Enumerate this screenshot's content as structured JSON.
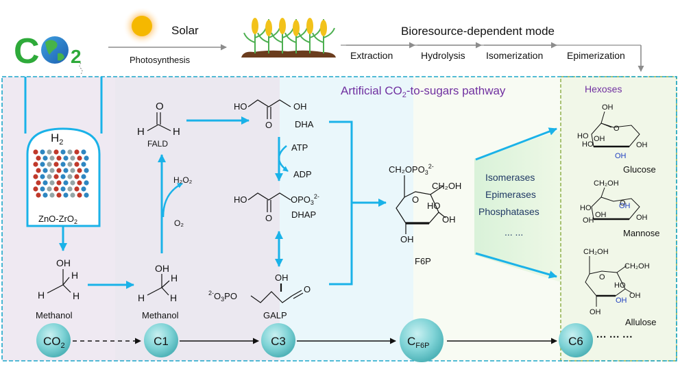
{
  "top": {
    "co2_logo": {
      "c": "C",
      "o": "O",
      "sub": "2"
    },
    "solar": "Solar",
    "photosynthesis": "Photosynthesis",
    "mode": "Bioresource-dependent mode",
    "steps": [
      "Extraction",
      "Hydrolysis",
      "Isomerization",
      "Epimerization"
    ]
  },
  "pathway_title": {
    "main": "Artificial CO",
    "sub": "2",
    "rest": "-to-sugars pathway"
  },
  "catalyst": {
    "h2": "H",
    "h2_sub": "2",
    "label": "ZnO-ZrO",
    "label_sub": "2"
  },
  "molecules": {
    "methanol1": "Methanol",
    "methanol2": "Methanol",
    "fald": "FALD",
    "h2o2": "H₂O₂",
    "o2": "O₂",
    "dha": "DHA",
    "atp": "ATP",
    "adp": "ADP",
    "dhap": "DHAP",
    "galp": "GALP",
    "f6p": "F6P"
  },
  "atoms": {
    "o": "O",
    "h": "H",
    "oh": "OH",
    "ho": "HO",
    "ch2oh": "CH₂OH",
    "opo3": "OPO",
    "opo3_sub": "3",
    "opo3_sup": "2-",
    "ch2opo3": "CH₂OPO",
    "galp_prefix_sup": "2-",
    "galp_prefix": "O",
    "galp_prefix_sub": "3",
    "galp_prefix_po": "PO"
  },
  "enzymes": [
    "Isomerases",
    "Epimerases",
    "Phosphatases",
    "... ..."
  ],
  "hexoses": {
    "title": "Hexoses",
    "items": [
      "Glucose",
      "Mannose",
      "Allulose"
    ]
  },
  "carbon_nodes": {
    "co2": "CO",
    "co2_sub": "2",
    "c1": "C1",
    "c3": "C3",
    "cf6p": "C",
    "cf6p_sub": "F6P",
    "c6": "C6",
    "ellipsis": "··· ··· ···"
  },
  "colors": {
    "blue_arrow": "#1ab2e8",
    "purple_text": "#7030a0",
    "dark_blue_text": "#1f3864",
    "node_teal": "#7fd3d6",
    "dashed_border": "#1aa6c9",
    "green_border": "#8fb04a",
    "oh_blue": "#1f3fbf"
  }
}
